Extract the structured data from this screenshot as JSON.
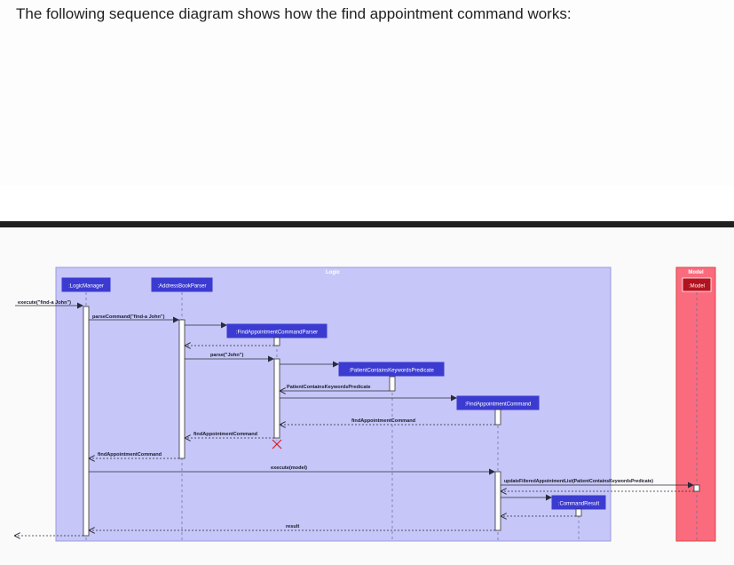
{
  "page": {
    "heading": "The following sequence diagram shows how the find appointment command works:"
  },
  "diagram": {
    "colors": {
      "logic_box": "#c6c6f8",
      "logic_border": "#9a9ae0",
      "model_box": "#fb6b7e",
      "model_border": "#d44",
      "participant": "#3b3bd1",
      "model_participant": "#b3121f",
      "arrow": "#2a2a3a",
      "label_logic": "#ffffff",
      "label_model": "#ffffff"
    },
    "boxes": {
      "logic_label": "Logic",
      "model_label": "Model"
    },
    "participants": {
      "logic_manager": ":LogicManager",
      "address_book_parser": ":AddressBookParser",
      "find_parser": ":FindAppointmentCommandParser",
      "predicate": ":PatientContainsKeywordsPredicate",
      "find_command": ":FindAppointmentCommand",
      "command_result": ":CommandResult",
      "model": ":Model"
    },
    "messages": {
      "execute_in": "execute(\"find-a John\")",
      "parse_command": "parseCommand(\"find-a John\")",
      "parse": "parse(\"John\")",
      "predicate_return": "PatientContainsKeywordsPredicate",
      "find_cmd_return": "findAppointmentCommand",
      "find_cmd_return_2": "findAppointmentCommand",
      "find_cmd_return_3": "findAppointmentCommand",
      "execute_model": "execute(model)",
      "update_filtered": "updateFilteredAppointmentList(PatientContainsKeywordsPredicate)",
      "result": "result"
    }
  }
}
